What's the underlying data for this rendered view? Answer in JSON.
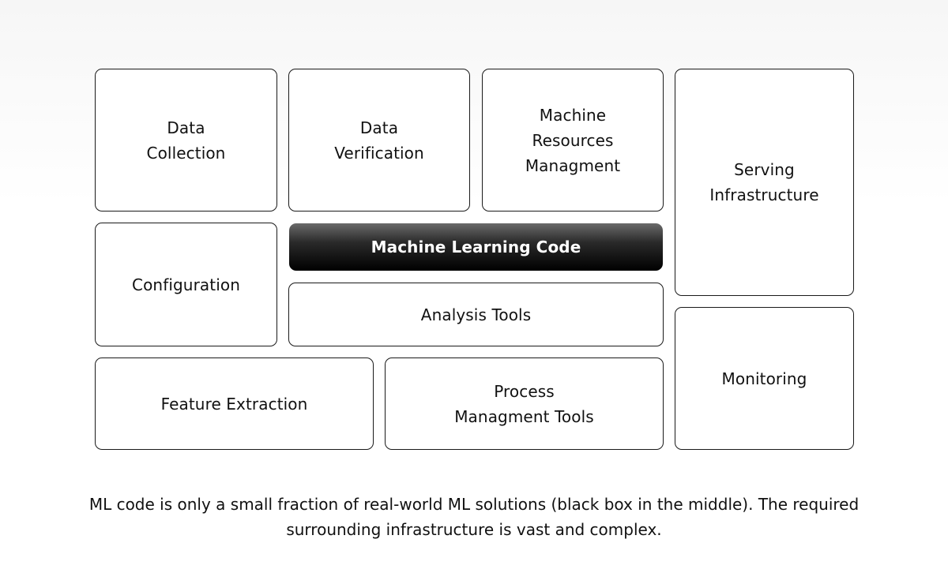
{
  "diagram": {
    "blocks": [
      {
        "id": "data-collection",
        "label": "Data\nCollection"
      },
      {
        "id": "data-verification",
        "label": "Data\nVerification"
      },
      {
        "id": "machine-resources",
        "label": "Machine\nResources\nManagment"
      },
      {
        "id": "serving-infrastructure",
        "label": "Serving\nInfrastructure"
      },
      {
        "id": "configuration",
        "label": "Configuration"
      },
      {
        "id": "ml-code",
        "label": "Machine Learning Code"
      },
      {
        "id": "analysis-tools",
        "label": "Analysis Tools"
      },
      {
        "id": "monitoring",
        "label": "Monitoring"
      },
      {
        "id": "feature-extraction",
        "label": "Feature Extraction"
      },
      {
        "id": "process-management",
        "label": "Process\nManagment Tools"
      }
    ],
    "colors": {
      "border": "#1a1a1a",
      "highlight_fill": "#000000",
      "highlight_text": "#ffffff"
    }
  },
  "caption": "ML code is only a small fraction of real-world ML solutions (black box in the middle). The required surrounding infrastructure is vast and complex."
}
